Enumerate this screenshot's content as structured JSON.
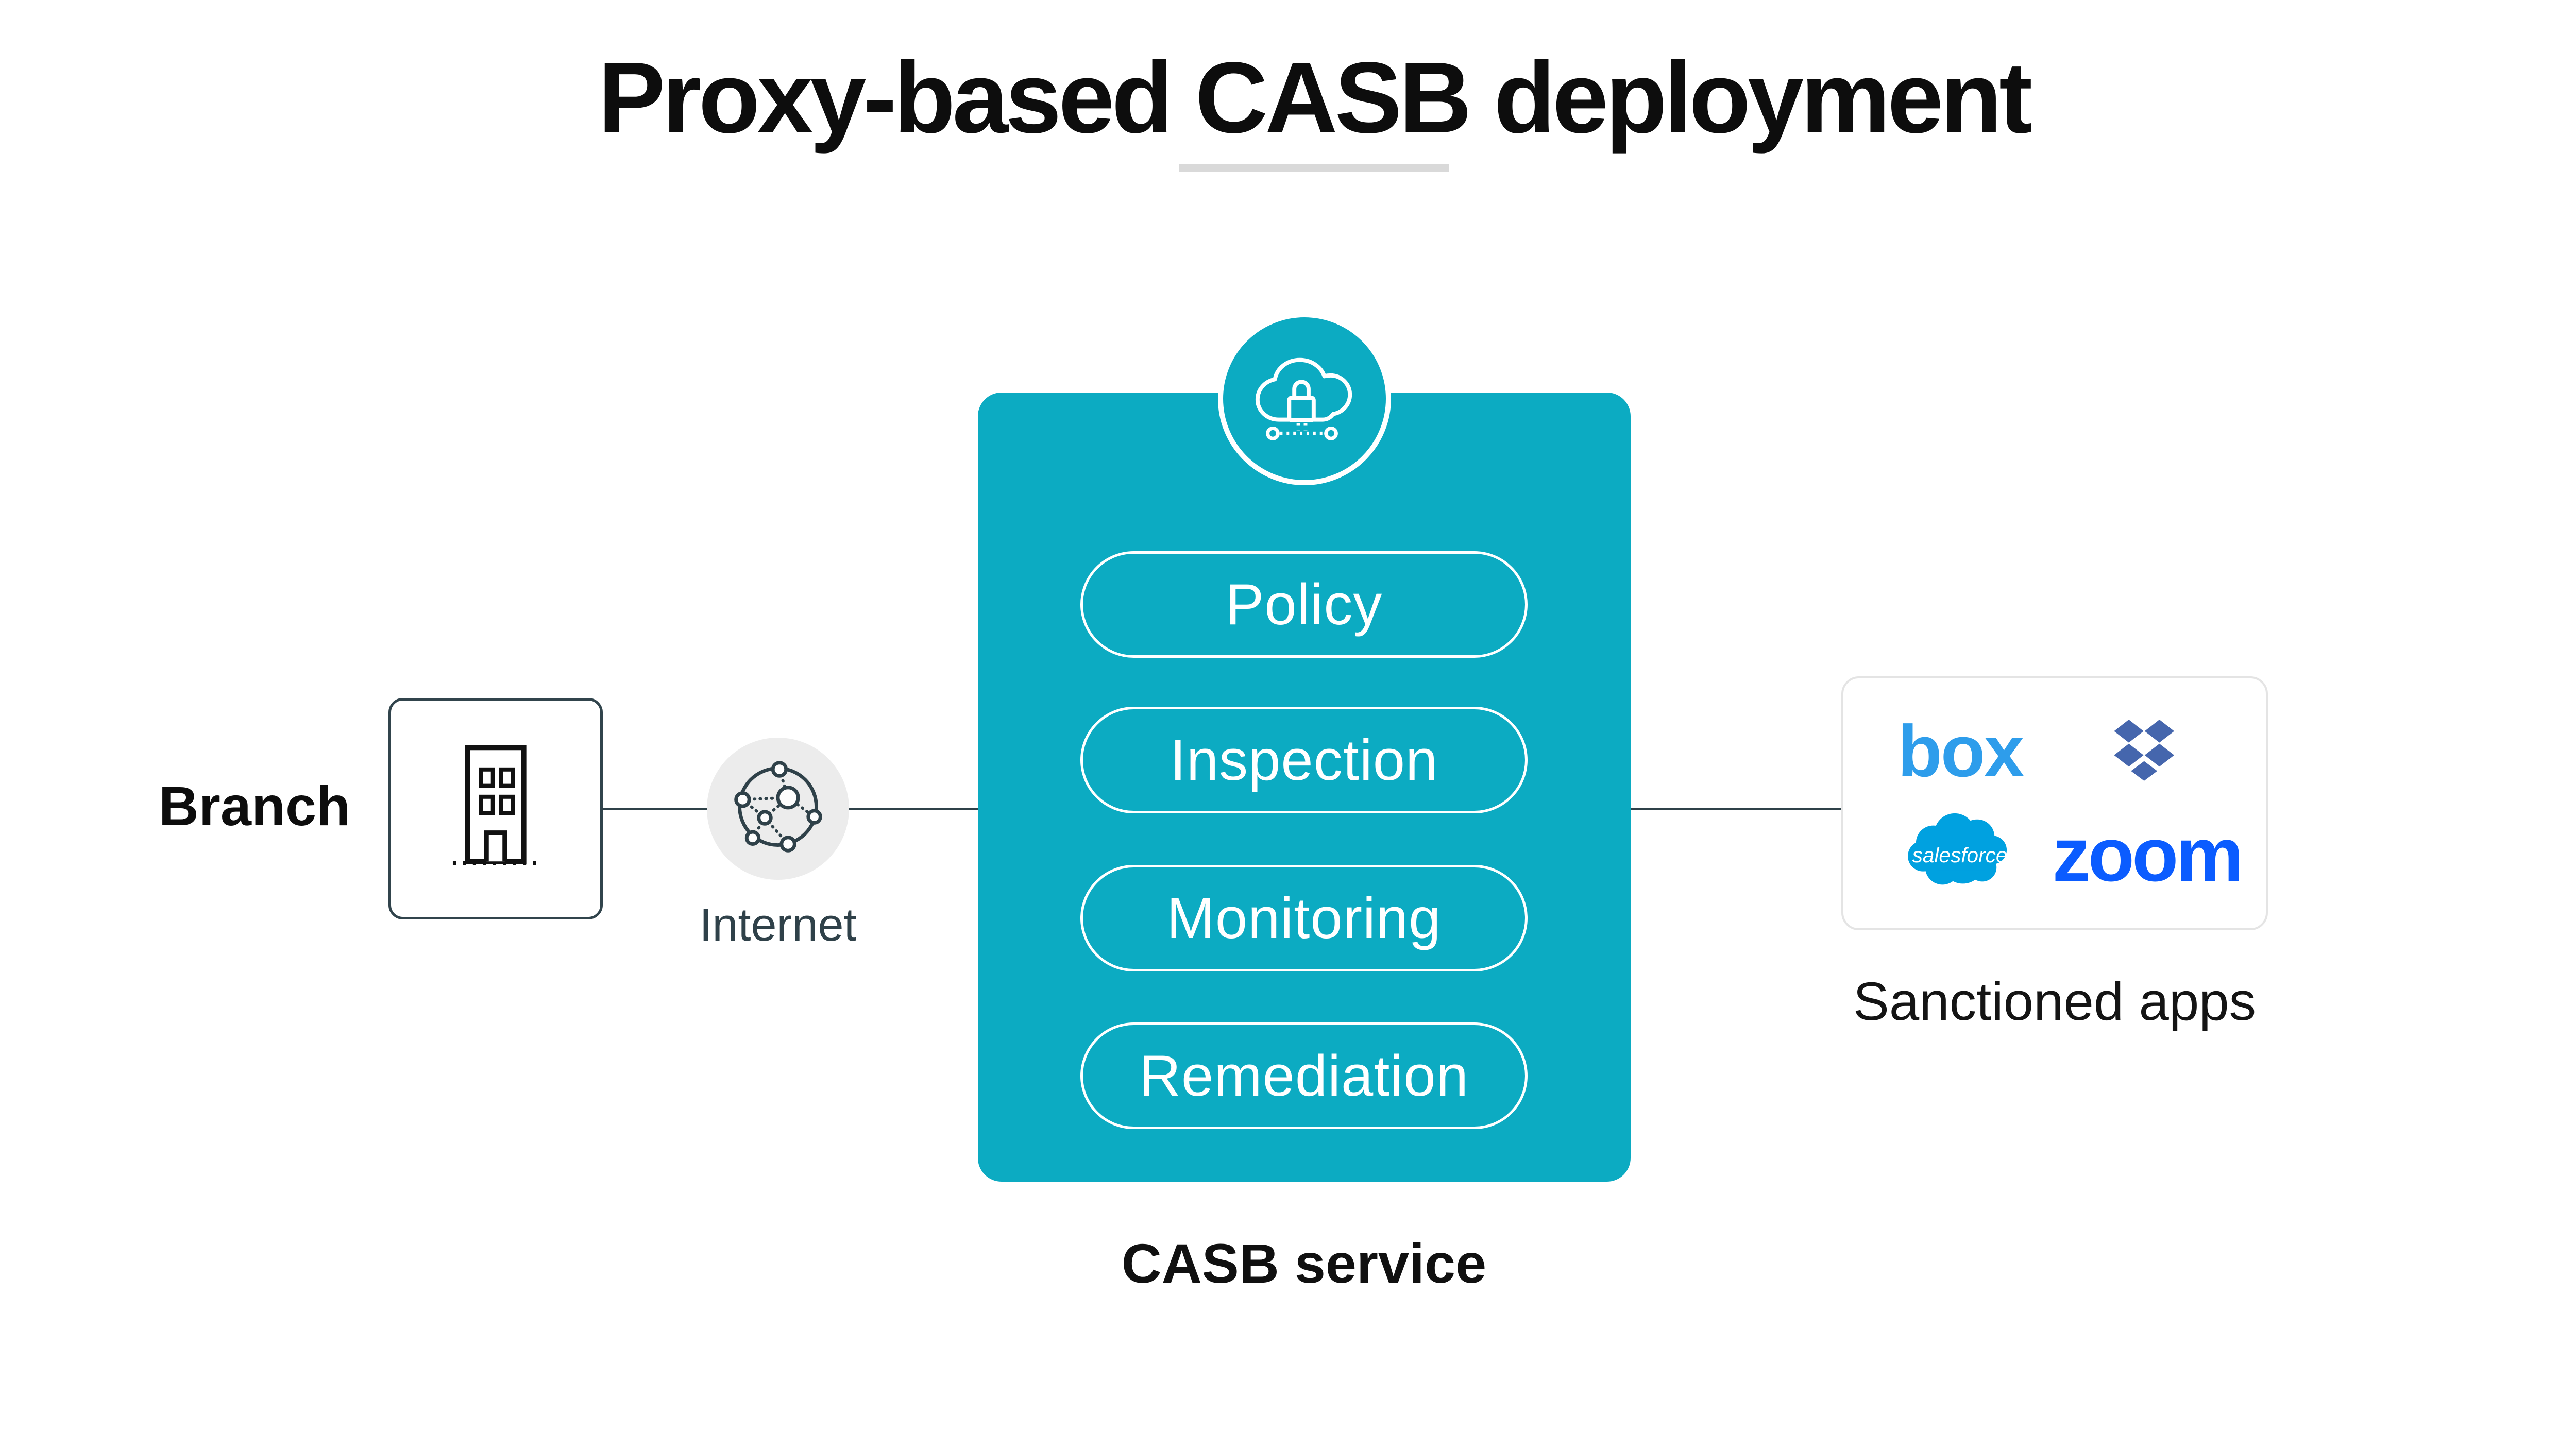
{
  "title": "Proxy-based CASB deployment",
  "nodes": {
    "branch": {
      "label": "Branch"
    },
    "internet": {
      "label": "Internet"
    },
    "casb": {
      "label": "CASB service",
      "pills": [
        {
          "label": "Policy"
        },
        {
          "label": "Inspection"
        },
        {
          "label": "Monitoring"
        },
        {
          "label": "Remediation"
        }
      ]
    },
    "sanctioned_apps": {
      "label": "Sanctioned apps",
      "apps": [
        {
          "name": "Box",
          "wordmark": "box"
        },
        {
          "name": "Dropbox"
        },
        {
          "name": "Salesforce",
          "wordmark": "salesforce"
        },
        {
          "name": "Zoom",
          "wordmark": "zoom"
        }
      ]
    }
  },
  "icons": {
    "building": "building-icon",
    "internet": "internet-network-icon",
    "cloud_lock": "cloud-lock-icon",
    "dropbox": "dropbox-logo-icon",
    "salesforce": "salesforce-cloud-logo-icon"
  },
  "colors": {
    "casb_teal": "#0CABC2",
    "line_dark": "#2F4149",
    "internet_circle_bg": "#ECECEC",
    "title_black": "#0D0D0D",
    "box_blue": "#2E9DEB",
    "dropbox_blue": "#4566AD",
    "salesforce_blue": "#00A1E0",
    "zoom_blue": "#0B5CFF",
    "card_border": "#E4E4E4",
    "underline_gray": "#D9D9D9",
    "white": "#FFFFFF"
  }
}
